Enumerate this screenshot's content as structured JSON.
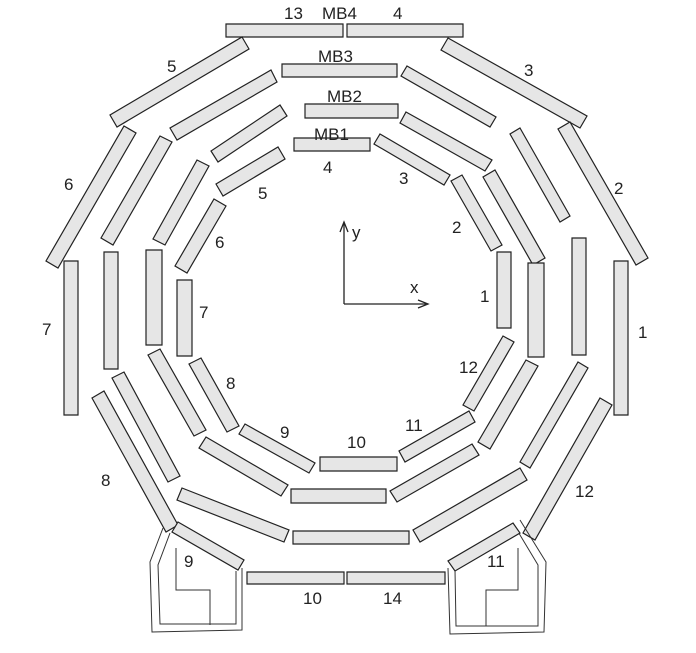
{
  "diagram": {
    "axes": {
      "y_label": "y",
      "x_label": "x"
    },
    "stations": [
      {
        "name": "MB4",
        "sector_labels": [
          "13",
          "4",
          "3",
          "2",
          "1",
          "12",
          "11",
          "14",
          "10",
          "9",
          "8",
          "7",
          "6",
          "5"
        ]
      },
      {
        "name": "MB3"
      },
      {
        "name": "MB2"
      },
      {
        "name": "MB1",
        "sector_labels": [
          "4",
          "3",
          "2",
          "1",
          "12",
          "11",
          "10",
          "9",
          "8",
          "7",
          "6",
          "5"
        ]
      }
    ]
  },
  "colors": {
    "chamber_fill": "#e6e6e6",
    "stroke": "#222222",
    "background": "#ffffff"
  }
}
